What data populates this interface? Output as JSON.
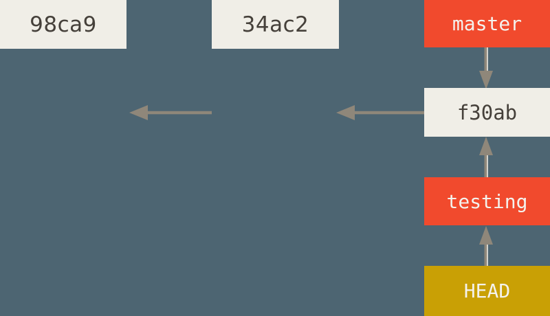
{
  "diagram": {
    "type": "git-commit-graph",
    "colors": {
      "background": "#4d6572",
      "commit_box": "#f0eee7",
      "commit_text": "#45403a",
      "branch_box": "#f14a2d",
      "head_box": "#c9a005",
      "pointer_text": "#f4f2ed",
      "arrow": "#8f877a",
      "arrow_core": "#edeae2"
    },
    "commits": [
      {
        "id": "98ca9"
      },
      {
        "id": "34ac2"
      },
      {
        "id": "f30ab"
      }
    ],
    "pointers": {
      "master": {
        "label": "master",
        "points_to": "f30ab"
      },
      "testing": {
        "label": "testing",
        "points_to": "f30ab"
      },
      "head": {
        "label": "HEAD",
        "points_to": "testing"
      }
    },
    "edges": [
      {
        "from": "f30ab",
        "to": "34ac2"
      },
      {
        "from": "34ac2",
        "to": "98ca9"
      },
      {
        "from": "master",
        "to": "f30ab"
      },
      {
        "from": "testing",
        "to": "f30ab"
      },
      {
        "from": "HEAD",
        "to": "testing"
      }
    ]
  }
}
